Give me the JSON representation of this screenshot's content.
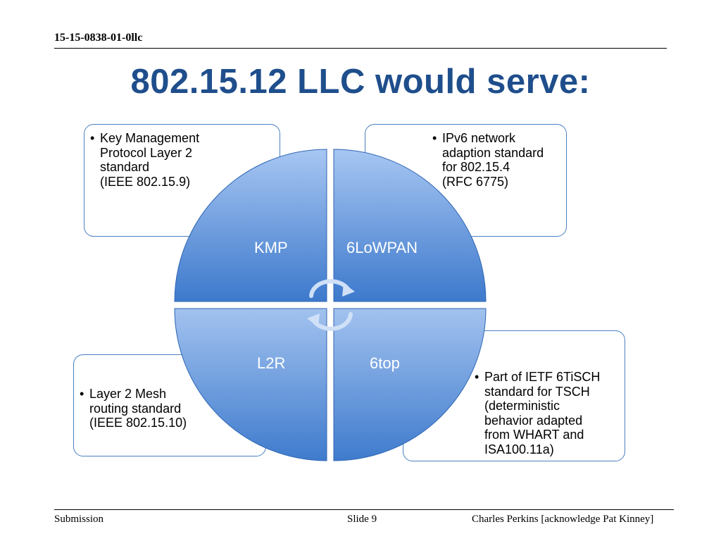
{
  "header": {
    "doc_id": "15-15-0838-01-0llc"
  },
  "title": "802.15.12 LLC would serve:",
  "quadrants": [
    {
      "label": "KMP",
      "bullet": "•",
      "lines": [
        "Key Management",
        "Protocol Layer 2",
        "standard",
        "(IEEE 802.15.9)"
      ]
    },
    {
      "label": "6LoWPAN",
      "bullet": "•",
      "lines": [
        "IPv6 network",
        "adaption standard",
        "for 802.15.4",
        "(RFC 6775)"
      ]
    },
    {
      "label": "L2R",
      "bullet": "•",
      "lines": [
        "Layer 2 Mesh",
        "routing standard",
        "(IEEE 802.15.10)"
      ]
    },
    {
      "label": "6top",
      "bullet": "•",
      "lines": [
        "Part of IETF 6TiSCH",
        "standard for TSCH",
        "(deterministic",
        "behavior adapted",
        "from WHART and",
        "ISA100.11a)"
      ]
    }
  ],
  "footer": {
    "left": "Submission",
    "center": "Slide 9",
    "right": "Charles Perkins [acknowledge Pat Kinney]"
  },
  "colors": {
    "title": "#1f4e8c",
    "box_border": "#4a7fc1",
    "circle_light": "#a7c6f2",
    "circle_dark": "#3d79cc"
  },
  "icons": [
    "cycle-arrows-icon"
  ]
}
